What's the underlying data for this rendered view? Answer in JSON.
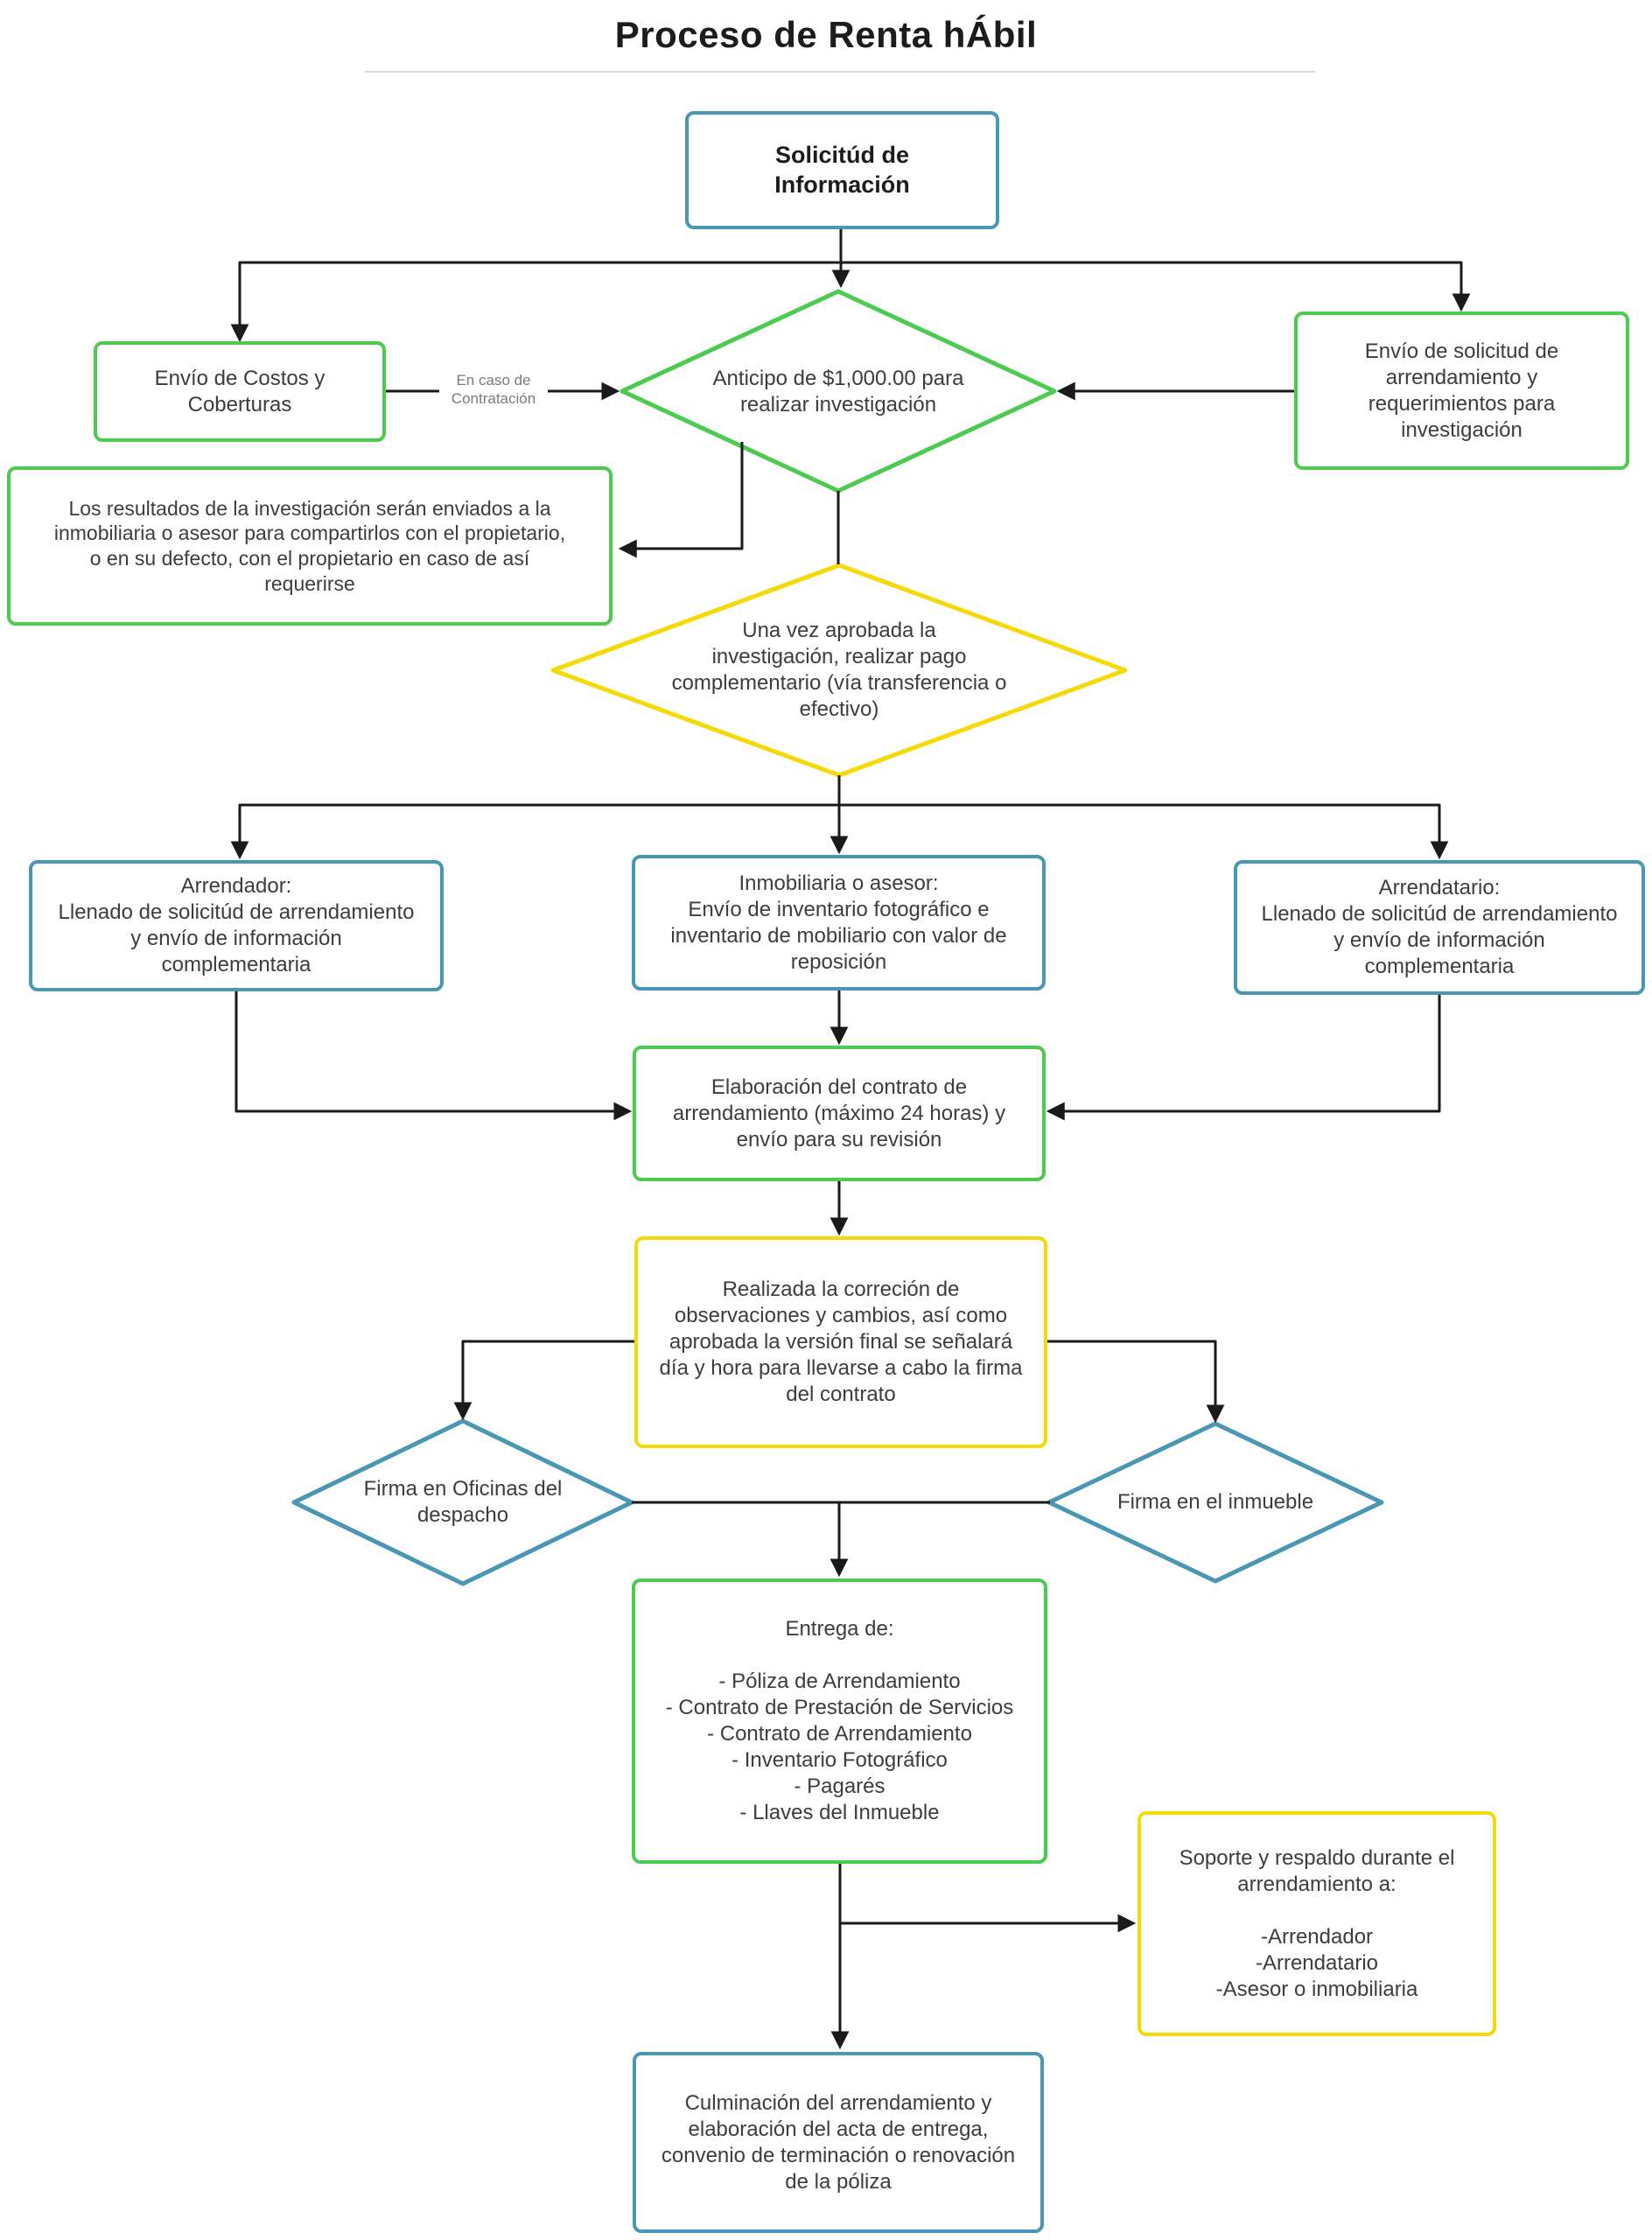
{
  "title": "Proceso de Renta hÁbil",
  "colors": {
    "teal": "#4A96B5",
    "green": "#4DCB50",
    "yellow": "#F6D908",
    "line": "#1A1A1A",
    "text": "#3D3D3D",
    "label_gray": "#7B7B7B"
  },
  "nodes": {
    "solicitud_informacion": "Solicitúd de\nInformación",
    "envio_costos": "Envío de Costos y\nCoberturas",
    "anticipo": "Anticipo de $1,000.00  para\nrealizar investigación",
    "envio_solicitud": "Envío de solicitud de\narrendamiento y\nrequerimientos para\ninvestigación",
    "resultados": "Los resultados de la investigación serán enviados a la\ninmobiliaria o asesor para compartirlos con el propietario,\no en su defecto, con el propietario en caso de así\nrequerirse",
    "pago_complementario": "Una vez aprobada la\ninvestigación, realizar pago\ncomplementario (vía transferencia o\nefectivo)",
    "arrendador": "Arrendador:\nLlenado de solicitúd de arrendamiento\ny envío de información\ncomplementaria",
    "inmobiliaria": "Inmobiliaria o asesor:\nEnvío de inventario fotográfico e\ninventario de mobiliario con valor de\nreposición",
    "arrendatario": "Arrendatario:\nLlenado de solicitúd de arrendamiento\ny envío de información\ncomplementaria",
    "contrato": "Elaboración del contrato de\narrendamiento (máximo 24 horas) y\nenvío para su revisión",
    "correccion": "Realizada la correción de\nobservaciones y cambios, así como\naprobada la versión final se señalará\ndía y hora para llevarse a cabo la firma\ndel contrato",
    "firma_oficinas": "Firma en Oficinas del\ndespacho",
    "firma_inmueble": "Firma en el inmueble",
    "entrega": "Entrega de:\n\n- Póliza de Arrendamiento\n- Contrato de Prestación de Servicios\n- Contrato de Arrendamiento\n- Inventario Fotográfico\n- Pagarés\n- Llaves del Inmueble",
    "soporte": "Soporte y respaldo durante el\narrendamiento a:\n\n-Arrendador\n-Arrendatario\n-Asesor o inmobiliaria",
    "culminacion": "Culminación del arrendamiento y\nelaboración del acta de entrega,\nconvenio de terminación o renovación\nde la póliza"
  },
  "edges": {
    "contratacion_label": "En caso de\nContratación"
  }
}
